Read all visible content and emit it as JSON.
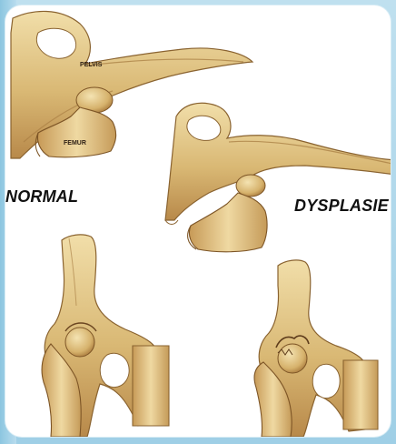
{
  "labels": {
    "pelvis": "PELVIS",
    "femur": "FEMUR",
    "normal": "NORMAL",
    "dysplasia": "DYSPLASIE"
  },
  "colors": {
    "bone_light": "#e7cf97",
    "bone_mid": "#d3b06b",
    "bone_dark": "#9b6f35",
    "frame": "#a9d6ea"
  }
}
